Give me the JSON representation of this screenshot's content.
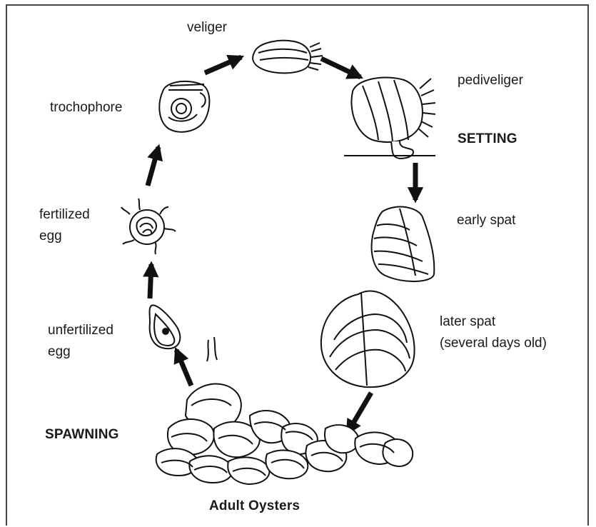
{
  "labels": {
    "veliger": "veliger",
    "pediveliger": "pediveliger",
    "setting": "SETTING",
    "trochophore": "trochophore",
    "fertilized_egg_line1": "fertilized",
    "fertilized_egg_line2": "egg",
    "early_spat": "early spat",
    "unfertilized_egg_line1": "unfertilized",
    "unfertilized_egg_line2": "egg",
    "later_spat_line1": "later spat",
    "later_spat_line2": "(several days old)",
    "spawning": "SPAWNING",
    "adult_oysters": "Adult Oysters"
  }
}
